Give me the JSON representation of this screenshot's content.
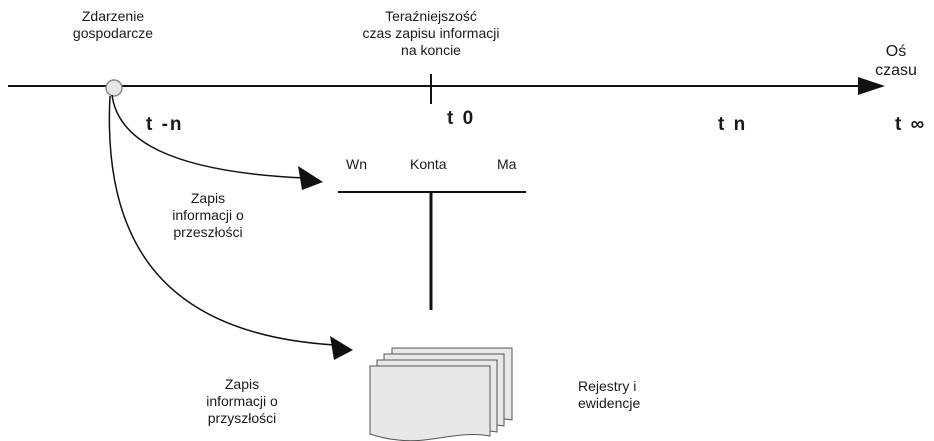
{
  "event_label": [
    "Zdarzenie",
    "gospodarcze"
  ],
  "present_label": [
    "Teraźniejszość",
    "czas zapisu informacji",
    "na koncie"
  ],
  "axis_label": [
    "Oś",
    "czasu"
  ],
  "ticks": {
    "t_minus_n": "t -n",
    "t0": "t 0",
    "tn": "t n",
    "t_inf": "t ∞"
  },
  "account": {
    "left": "Wn",
    "center": "Konta",
    "right": "Ma"
  },
  "past_record_label": [
    "Zapis",
    "informacji o",
    "przeszłości"
  ],
  "future_record_label": [
    "Zapis",
    "informacji o",
    "przyszłości"
  ],
  "registers_label": [
    "Rejestry i",
    "ewidencje"
  ],
  "colors": {
    "line": "#111111",
    "event_node_fill": "#e6e6e6",
    "doc_fill": "#e8e8e8",
    "doc_stroke": "#555555"
  }
}
